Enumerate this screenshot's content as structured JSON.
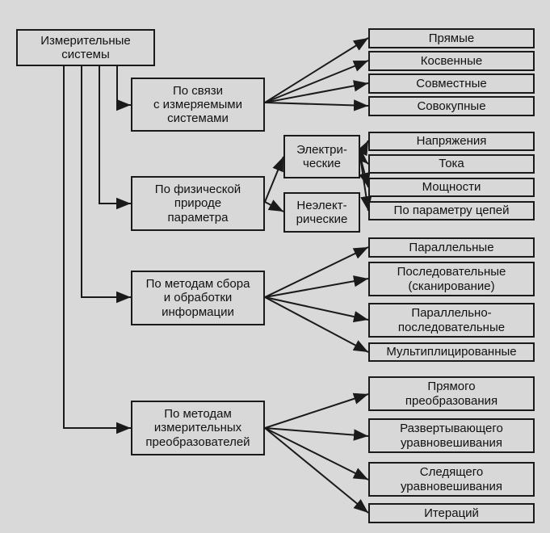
{
  "root": "Измерительные\nсистемы",
  "categories": {
    "connection": {
      "label": "По связи\nс измеряемыми\nсистемами",
      "items": [
        "Прямые",
        "Косвенные",
        "Совместные",
        "Совокупные"
      ]
    },
    "physical": {
      "label": "По физической\nприроде\nпараметра",
      "electric": "Электри-\nческие",
      "nonelectric": "Неэлект-\nрические",
      "items": [
        "Напряжения",
        "Тока",
        "Мощности",
        "По параметру цепей"
      ]
    },
    "methods_collect": {
      "label": "По методам сбора\nи обработки\nинформации",
      "items": [
        "Параллельные",
        "Последовательные\n(сканирование)",
        "Параллельно-\nпоследовательные",
        "Мультиплицированные"
      ]
    },
    "methods_transducers": {
      "label": "По методам\nизмерительных\nпреобразователей",
      "items": [
        "Прямого\nпреобразования",
        "Развертывающего\nуравновешивания",
        "Следящего\nуравновешивания",
        "Итераций"
      ]
    }
  }
}
